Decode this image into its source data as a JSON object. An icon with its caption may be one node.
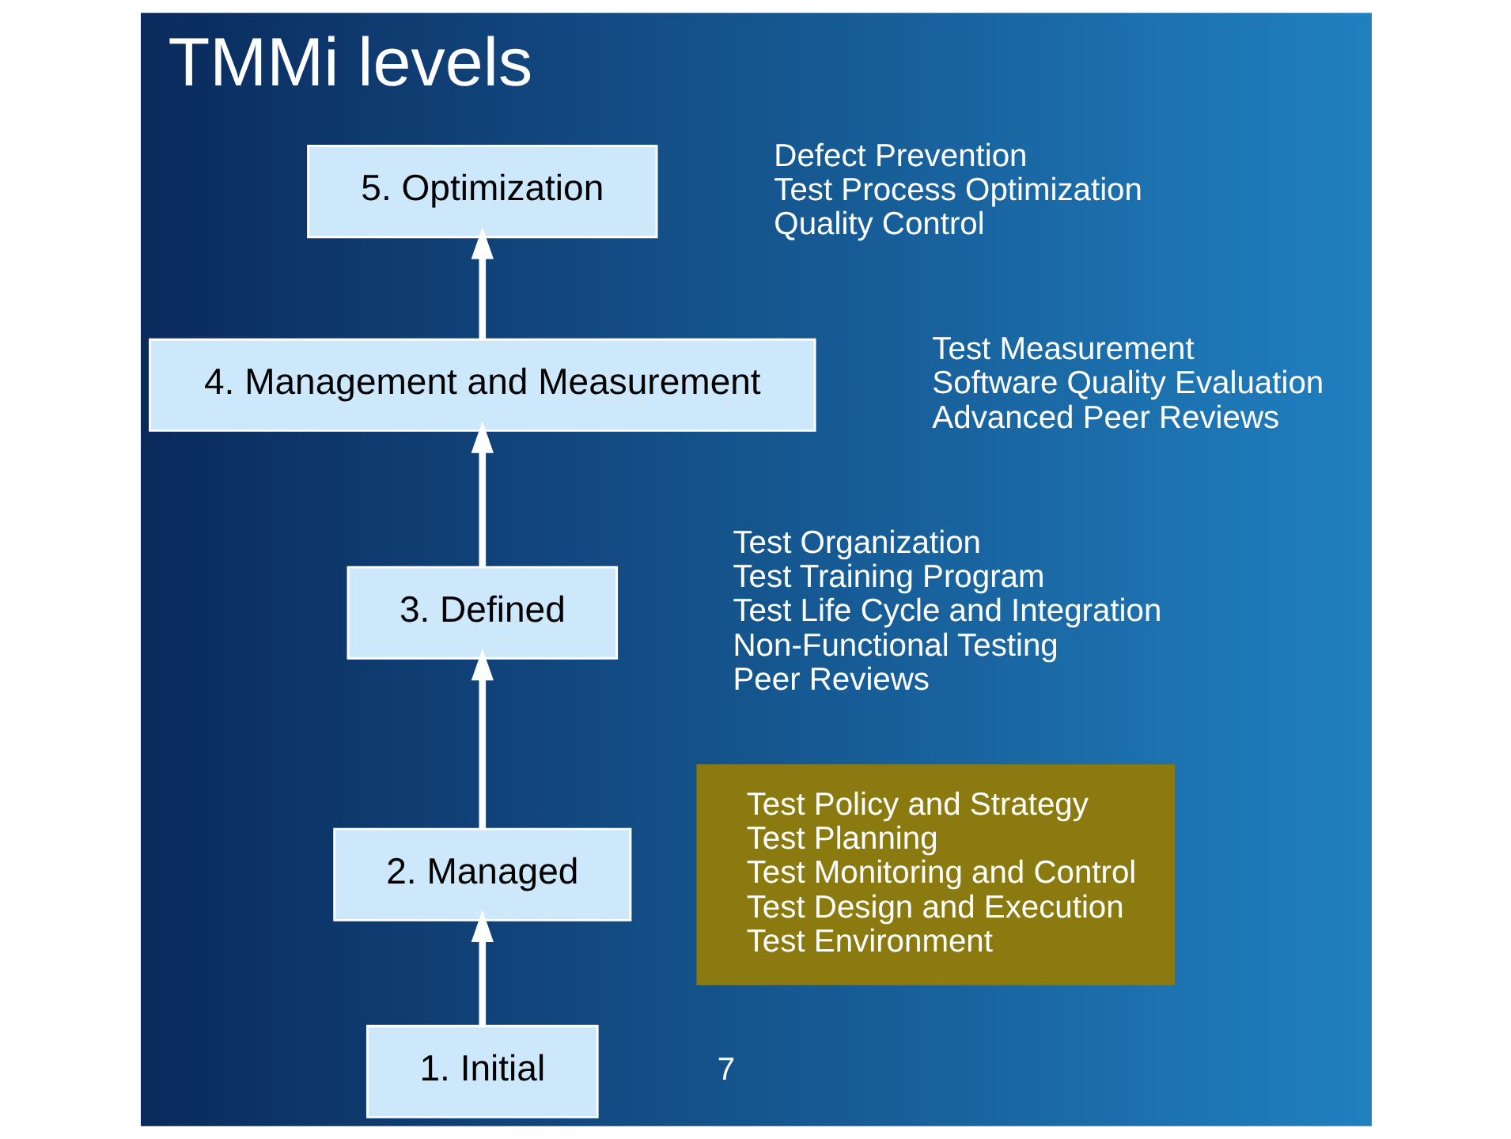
{
  "diagram": {
    "title": "TMMi levels",
    "nodes": [
      {
        "text": [
          "1. Initial"
        ]
      },
      {
        "text": [
          "2. Managed"
        ],
        "beside": [
          "Test Policy and Strategy",
          "Test Planning",
          "Test Monitoring and Control",
          "Test Design and Execution",
          "Test Environment"
        ]
      },
      {
        "text": [
          "3. Defined"
        ],
        "beside": [
          "Test Organization",
          "Test Training Program",
          "Test Life Cycle and Integration",
          "Non-Functional Testing",
          "Peer Reviews"
        ]
      },
      {
        "text": [
          "4. Management and Measurement"
        ],
        "beside": [
          "Test Measurement",
          "Software Quality Evaluation",
          "Advanced Peer Reviews"
        ]
      },
      {
        "text": [
          "5. Optimization"
        ],
        "beside": [
          "Defect Prevention",
          "Test Process Optimization",
          "Quality Control"
        ]
      }
    ],
    "edges": [
      {
        "from": 0,
        "to": 1,
        "arrow": "to"
      },
      {
        "from": 1,
        "to": 2,
        "arrow": "to"
      },
      {
        "from": 2,
        "to": 3,
        "arrow": "to"
      },
      {
        "from": 3,
        "to": 4,
        "arrow": "to"
      }
    ],
    "labels": [
      "7"
    ]
  }
}
